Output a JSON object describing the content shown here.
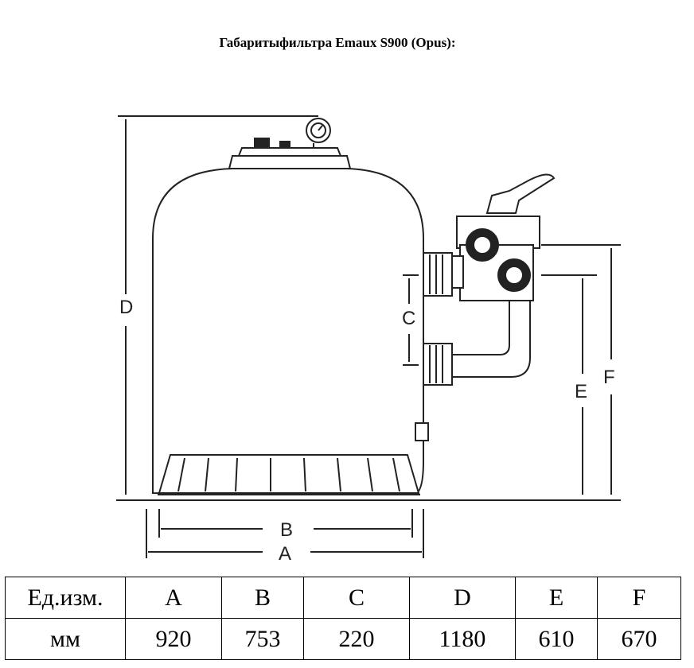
{
  "title": "Габаритыфильтра Emaux S900 (Opus):",
  "diagram": {
    "labels": {
      "A": "A",
      "B": "B",
      "C": "C",
      "D": "D",
      "E": "E",
      "F": "F"
    }
  },
  "table": {
    "header": [
      "Ед.изм.",
      "A",
      "B",
      "C",
      "D",
      "E",
      "F"
    ],
    "rows": [
      [
        "мм",
        "920",
        "753",
        "220",
        "1180",
        "610",
        "670"
      ]
    ]
  }
}
